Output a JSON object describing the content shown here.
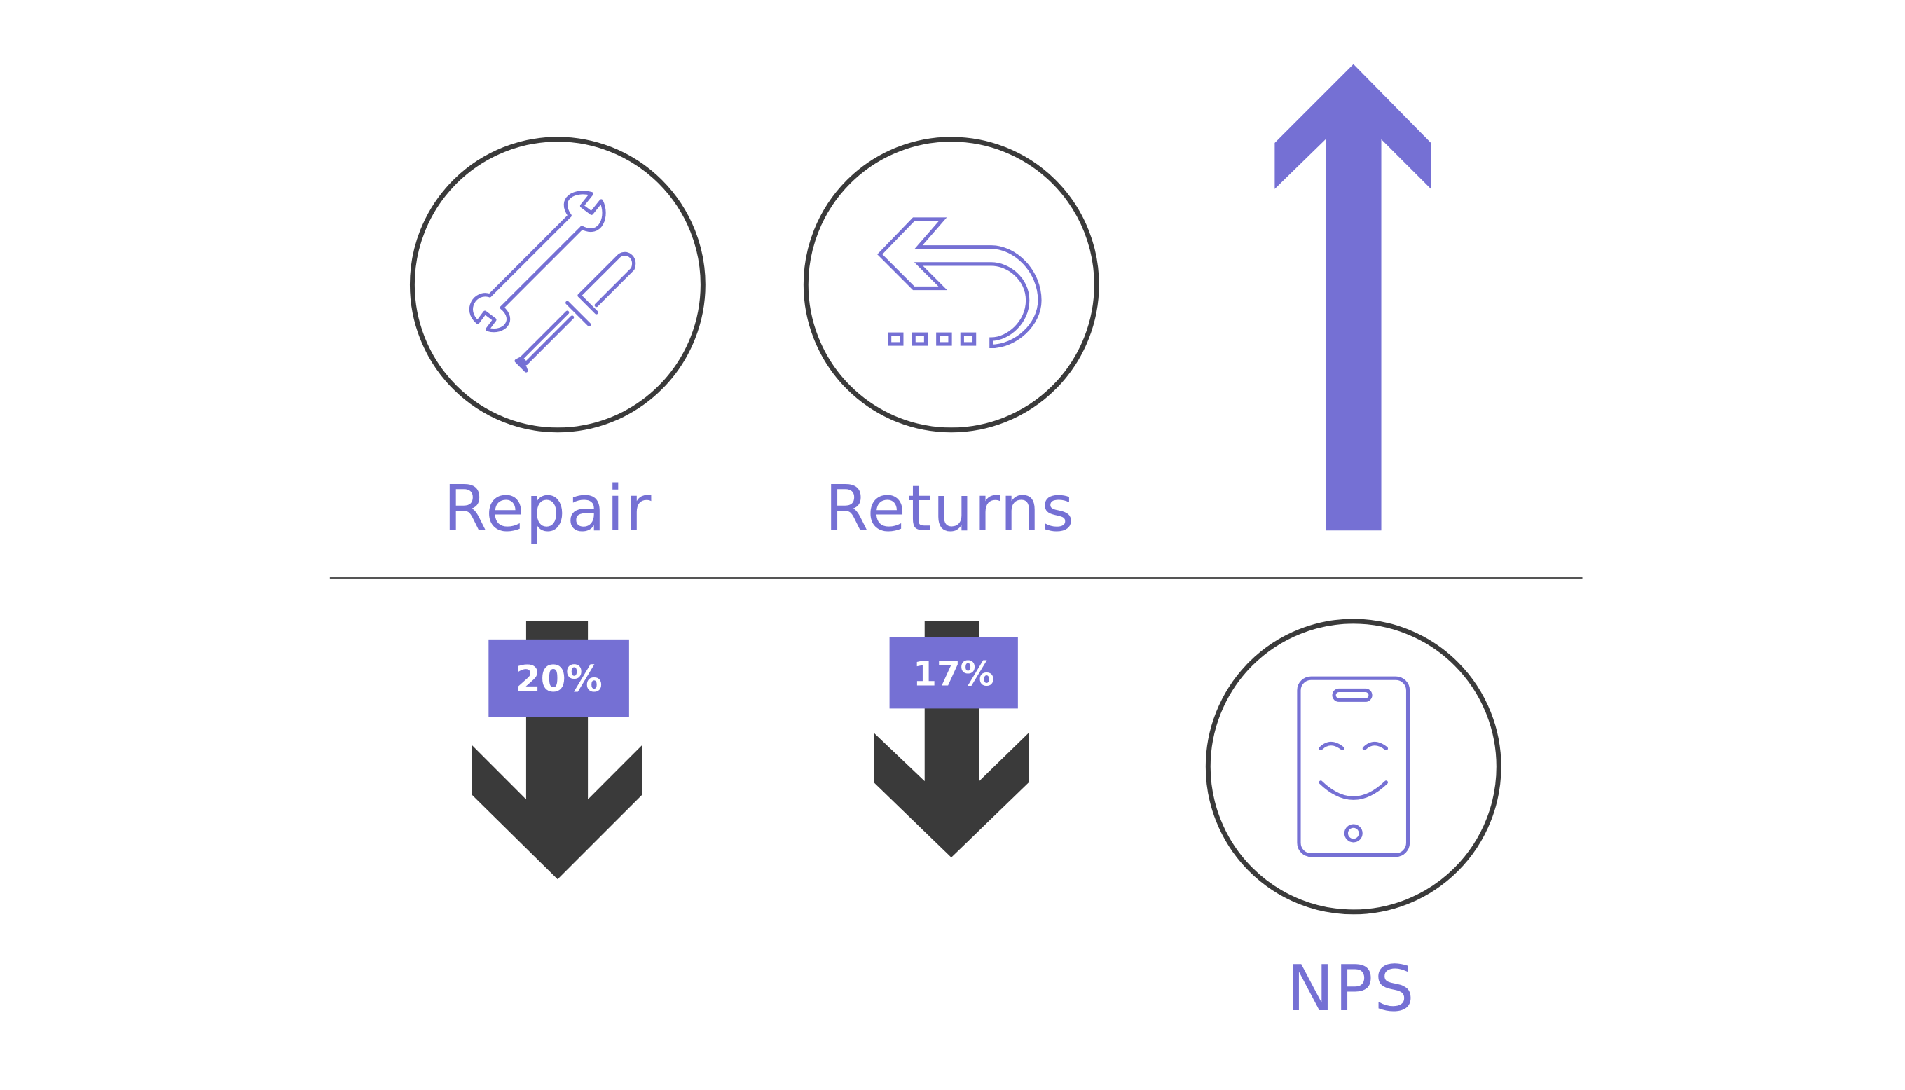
{
  "labels": {
    "repair": "Repair",
    "returns": "Returns",
    "nps": "NPS"
  },
  "badges": {
    "repair": "20%",
    "returns": "17%"
  },
  "trends": {
    "repair": "down",
    "returns": "down",
    "nps": "up"
  },
  "icons": {
    "repair": "wrench-screwdriver-icon",
    "returns": "return-arrow-icon",
    "nps": "smiling-phone-icon"
  },
  "colors": {
    "accent": "#7570d4",
    "dark": "#3a3a3a",
    "divider": "#555555",
    "badge_text": "#ffffff",
    "background": "#ffffff"
  }
}
